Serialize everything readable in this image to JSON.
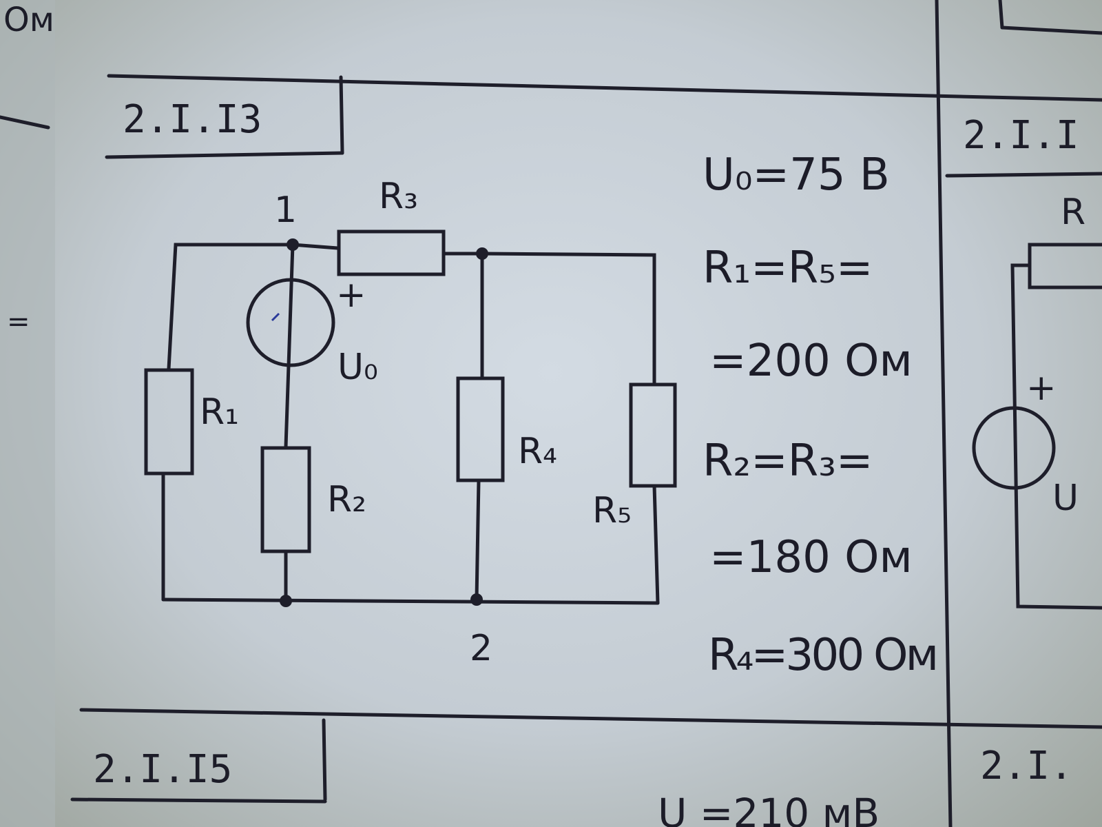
{
  "problem": {
    "id": "2.I.I3",
    "nodes": {
      "node1": "1",
      "node2": "2"
    },
    "components": {
      "r1": "R₁",
      "r2": "R₂",
      "r3": "R₃",
      "r4": "R₄",
      "r5": "R₅",
      "source": "U₀",
      "source_polarity": "+"
    },
    "given": [
      "U₀=75 В",
      "R₁=R₅=",
      "=200 Ом",
      "R₂=R₃=",
      "=180 Ом",
      "R₄=300 Ом"
    ]
  },
  "neighbors": {
    "left_margin_text": "Ом",
    "left_margin_mark": "=",
    "right_problem_id": "2.I.I",
    "right_circuit_label_r": "R",
    "right_circuit_label_u": "U",
    "right_circuit_plus": "+",
    "next_problem_id": "2.I.I5",
    "next_problem_given": "U =210 мВ",
    "bottom_right_id": "2.I."
  }
}
